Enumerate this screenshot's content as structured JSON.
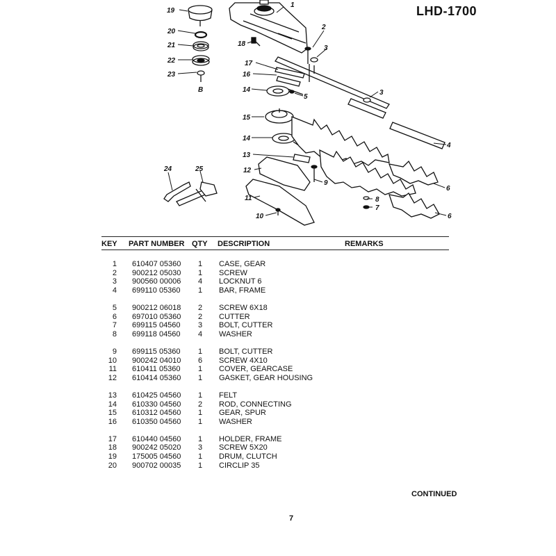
{
  "model": "LHD-1700",
  "callouts": [
    "1",
    "2",
    "3",
    "3",
    "4",
    "5",
    "6",
    "6",
    "7",
    "8",
    "9",
    "10",
    "11",
    "12",
    "13",
    "14",
    "14",
    "15",
    "16",
    "17",
    "18",
    "19",
    "20",
    "21",
    "22",
    "23",
    "24",
    "25"
  ],
  "sub_label": "B",
  "headers": {
    "key": "KEY",
    "part_number": "PART NUMBER",
    "qty": "QTY",
    "description": "DESCRIPTION",
    "remarks": "REMARKS"
  },
  "groups": [
    [
      {
        "key": "1",
        "part": "610407 05360",
        "qty": "1",
        "desc": "CASE, GEAR"
      },
      {
        "key": "2",
        "part": "900212 05030",
        "qty": "1",
        "desc": "SCREW"
      },
      {
        "key": "3",
        "part": "900560 00006",
        "qty": "4",
        "desc": "LOCKNUT 6"
      },
      {
        "key": "4",
        "part": "699110 05360",
        "qty": "1",
        "desc": "BAR, FRAME"
      }
    ],
    [
      {
        "key": "5",
        "part": "900212 06018",
        "qty": "2",
        "desc": "SCREW 6X18"
      },
      {
        "key": "6",
        "part": "697010 05360",
        "qty": "2",
        "desc": "CUTTER"
      },
      {
        "key": "7",
        "part": "699115 04560",
        "qty": "3",
        "desc": "BOLT, CUTTER"
      },
      {
        "key": "8",
        "part": "699118 04560",
        "qty": "4",
        "desc": "WASHER"
      }
    ],
    [
      {
        "key": "9",
        "part": "699115 05360",
        "qty": "1",
        "desc": "BOLT, CUTTER"
      },
      {
        "key": "10",
        "part": "900242 04010",
        "qty": "6",
        "desc": "SCREW 4X10"
      },
      {
        "key": "11",
        "part": "610411 05360",
        "qty": "1",
        "desc": "COVER, GEARCASE"
      },
      {
        "key": "12",
        "part": "610414 05360",
        "qty": "1",
        "desc": "GASKET, GEAR HOUSING"
      }
    ],
    [
      {
        "key": "13",
        "part": "610425 04560",
        "qty": "1",
        "desc": "FELT"
      },
      {
        "key": "14",
        "part": "610330 04560",
        "qty": "2",
        "desc": "ROD, CONNECTING"
      },
      {
        "key": "15",
        "part": "610312 04560",
        "qty": "1",
        "desc": "GEAR, SPUR"
      },
      {
        "key": "16",
        "part": "610350 04560",
        "qty": "1",
        "desc": "WASHER"
      }
    ],
    [
      {
        "key": "17",
        "part": "610440 04560",
        "qty": "1",
        "desc": "HOLDER, FRAME"
      },
      {
        "key": "18",
        "part": "900242 05020",
        "qty": "3",
        "desc": "SCREW 5X20"
      },
      {
        "key": "19",
        "part": "175005 04560",
        "qty": "1",
        "desc": "DRUM, CLUTCH"
      },
      {
        "key": "20",
        "part": "900702 00035",
        "qty": "1",
        "desc": "CIRCLIP 35"
      }
    ]
  ],
  "continued": "CONTINUED",
  "page_number": "7"
}
